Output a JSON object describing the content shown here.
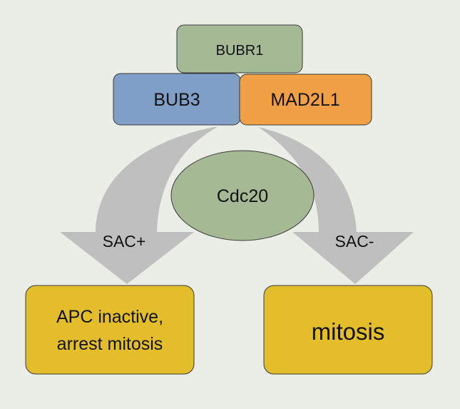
{
  "diagram": {
    "complex": {
      "bubr1": "BUBR1",
      "bub3": "BUB3",
      "mad2l1": "MAD2L1"
    },
    "center": "Cdc20",
    "left_branch": {
      "label": "SAC+",
      "outcome_line1": "APC inactive,",
      "outcome_line2": "arrest mitosis"
    },
    "right_branch": {
      "label": "SAC-",
      "outcome": "mitosis"
    }
  },
  "colors": {
    "background": "#ebeee6",
    "bubr1": "#a6b995",
    "bub3": "#7f9fc6",
    "mad2l1": "#f2a046",
    "cdc20": "#a6b995",
    "arrow": "#bfbfbf",
    "outcome": "#e3be2a",
    "outline": "#3a3a3a"
  }
}
